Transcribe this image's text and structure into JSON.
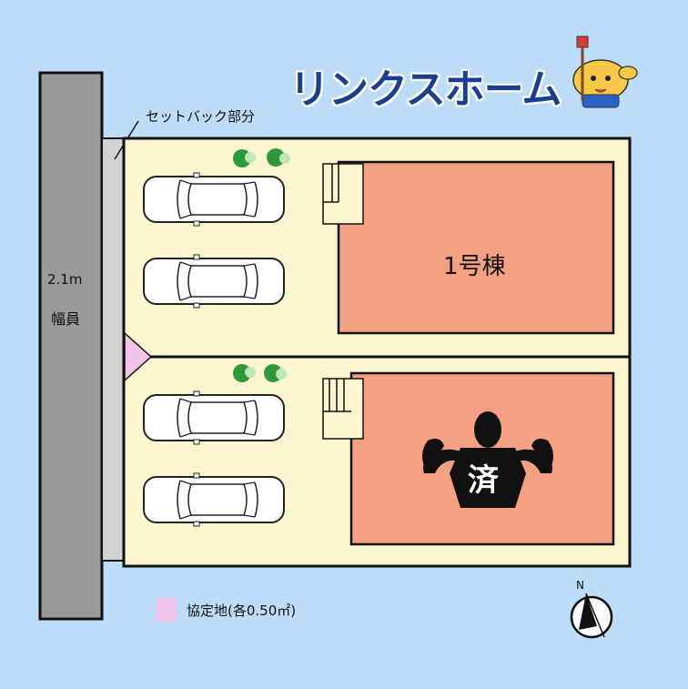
{
  "brand": {
    "name": "リンクスホーム"
  },
  "road": {
    "width": "2.1m",
    "label": "幅員"
  },
  "setback": {
    "label": "セットバック部分"
  },
  "lots": [
    {
      "label": "1号棟",
      "status": "available",
      "parking_spaces": 2
    },
    {
      "label": "済",
      "status": "sold",
      "parking_spaces": 2
    }
  ],
  "legend": {
    "label": "協定地(各0.50㎡)",
    "color": "#f1c4ea"
  },
  "compass": {
    "label": "N"
  },
  "colors": {
    "background": "#bcdcf7",
    "road": "#9a9a9a",
    "lot": "#fbf5d0",
    "building": "#f4a082",
    "setback": "#d2d2d2",
    "agreement_area": "#f1c4ea",
    "logo": "#1b3f8f"
  }
}
